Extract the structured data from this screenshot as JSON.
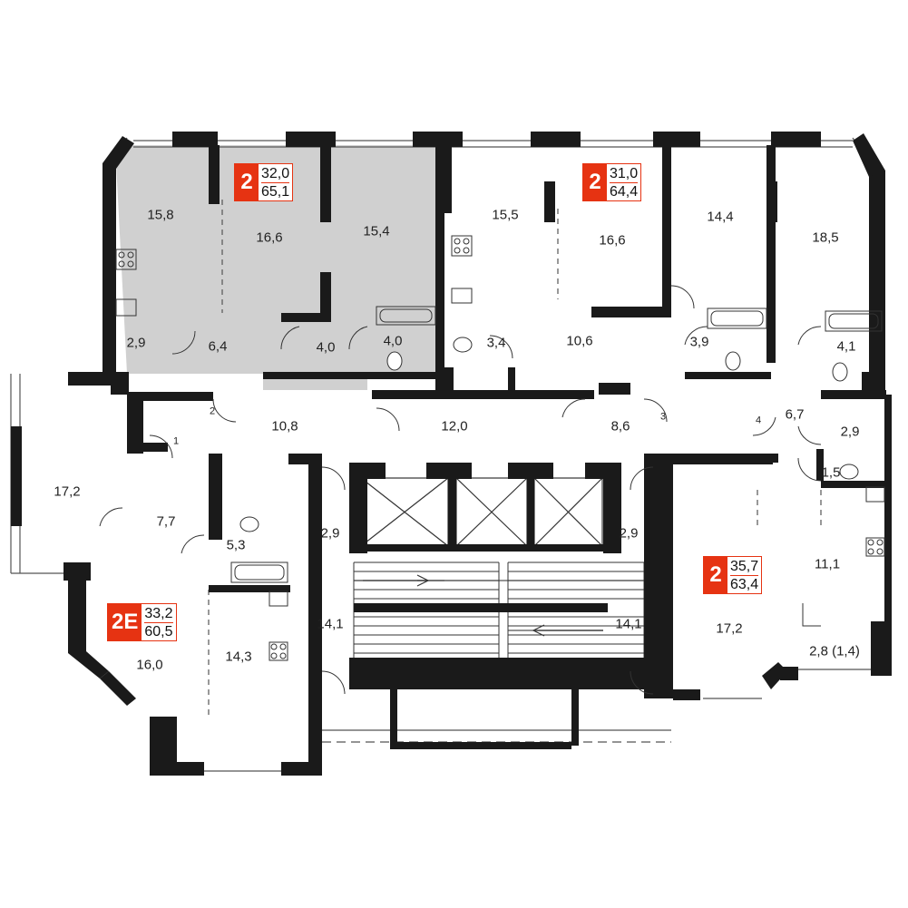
{
  "colors": {
    "wall": "#1a1a1a",
    "shaded": "#d0d0d0",
    "accent": "#e63312",
    "line": "#555555"
  },
  "apartments": [
    {
      "id": "apt-a",
      "rooms": "2",
      "living": "32,0",
      "total": "65,1"
    },
    {
      "id": "apt-b",
      "rooms": "2",
      "living": "31,0",
      "total": "64,4"
    },
    {
      "id": "apt-c",
      "rooms": "2",
      "living": "35,7",
      "total": "63,4"
    },
    {
      "id": "apt-d",
      "rooms": "2E",
      "living": "33,2",
      "total": "60,5"
    }
  ],
  "room_areas": [
    "15,8",
    "16,6",
    "15,4",
    "15,5",
    "16,6",
    "14,4",
    "18,5",
    "2,9",
    "6,4",
    "4,0",
    "4,0",
    "3,4",
    "10,6",
    "3,9",
    "4,1",
    "10,8",
    "12,0",
    "8,6",
    "6,7",
    "2,9",
    "1,5",
    "17,2",
    "7,7",
    "5,3",
    "2,9",
    "2,9",
    "11,1",
    "14,1",
    "14,1",
    "17,2",
    "2,8 (1,4)",
    "16,0",
    "14,3"
  ],
  "door_numbers": [
    "1",
    "2",
    "3",
    "4"
  ],
  "icons": [
    "stove-icon",
    "sink-icon",
    "bathtub-icon",
    "toilet-icon",
    "washbasin-icon",
    "elevator-icon",
    "stair-arrow-icon"
  ]
}
